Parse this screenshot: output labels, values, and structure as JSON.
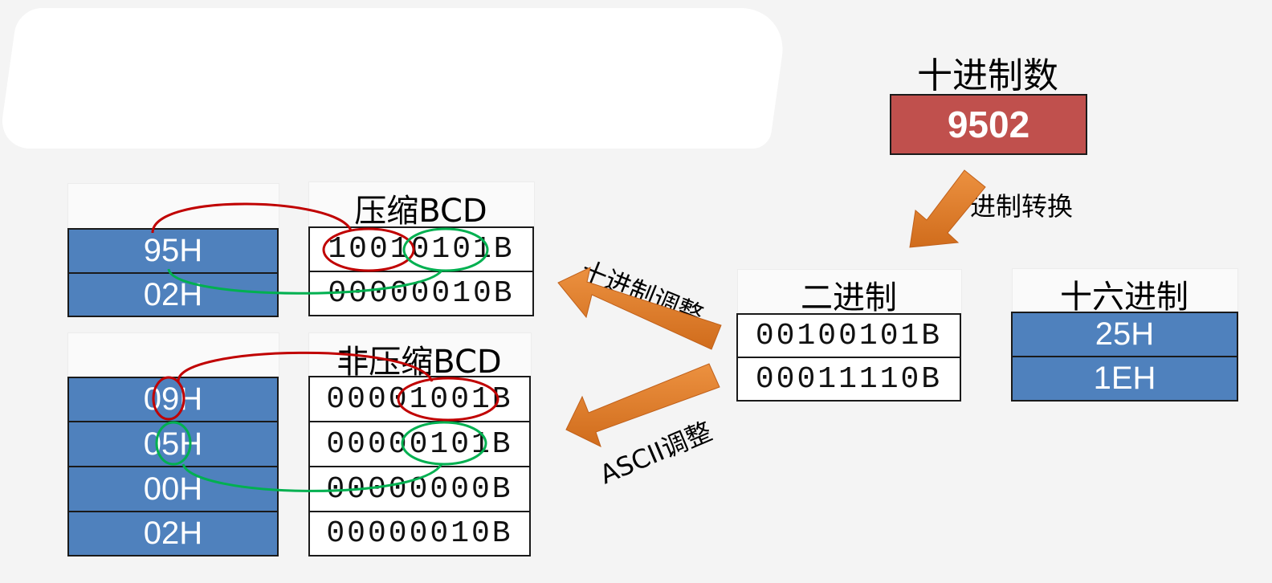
{
  "decimal": {
    "title": "十进制数",
    "value": "9502"
  },
  "conversion_label": "进制转换",
  "binary": {
    "title": "二进制",
    "rows": [
      "00100101B",
      "00011110B"
    ]
  },
  "hex": {
    "title": "十六进制",
    "rows": [
      "25H",
      "1EH"
    ]
  },
  "decimal_adjust_label": "十进制调整",
  "ascii_adjust_label": "ASCII调整",
  "packed_bcd": {
    "title": "压缩BCD",
    "hex_rows": [
      "95H",
      "02H"
    ],
    "bin_rows": [
      "10010101B",
      "00000010B"
    ]
  },
  "unpacked_bcd": {
    "title": "非压缩BCD",
    "hex_rows": [
      "09H",
      "05H",
      "00H",
      "02H"
    ],
    "bin_rows": [
      "00001001B",
      "00000101B",
      "00000000B",
      "00000010B"
    ]
  },
  "colors": {
    "blue": "#4f81bd",
    "red_box": "#c0504d",
    "arrow": "#e07b2a",
    "ring_red": "#c00000",
    "ring_green": "#00b050"
  }
}
